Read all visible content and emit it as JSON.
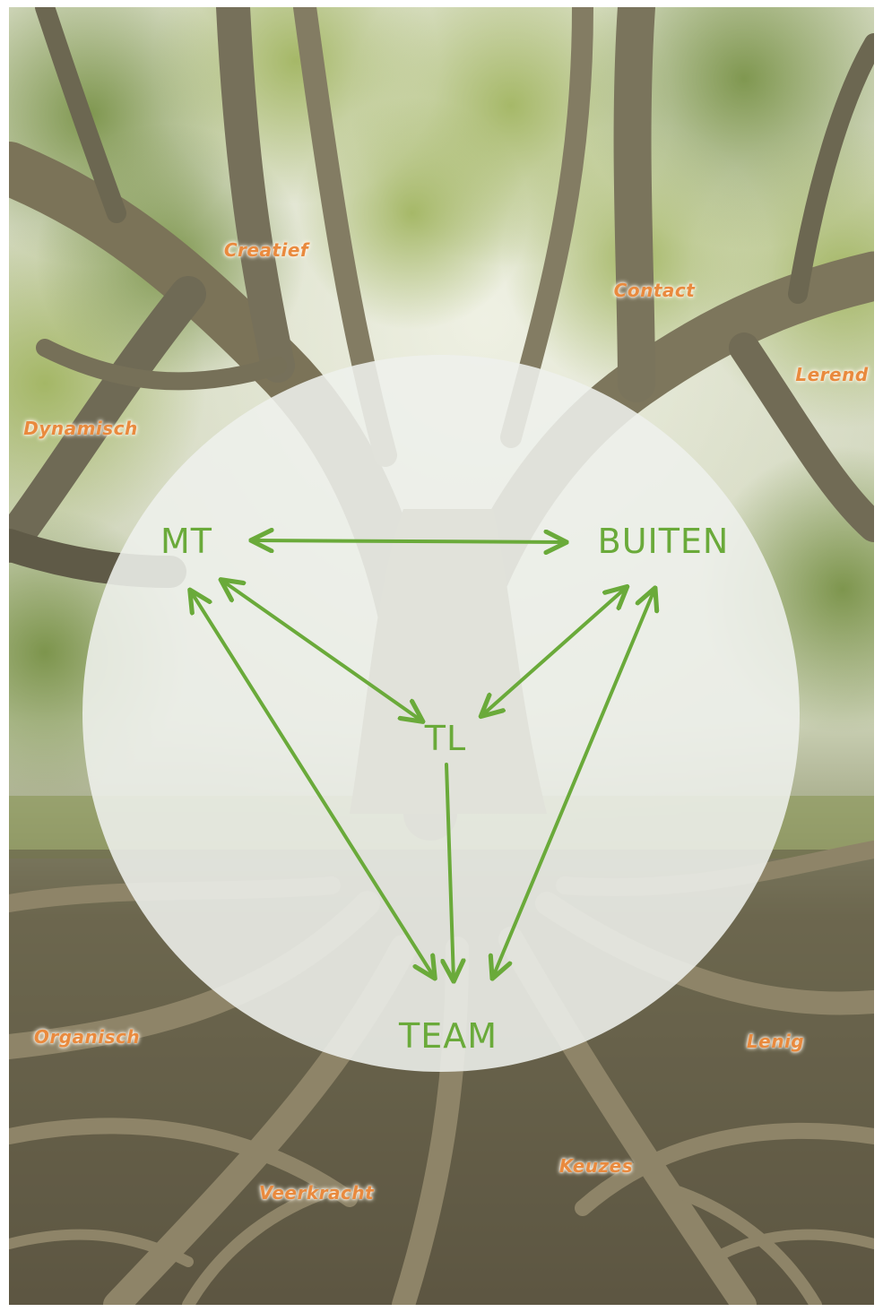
{
  "diagram": {
    "nodes": {
      "mt": "MT",
      "buiten": "BUITEN",
      "tl": "TL",
      "team": "TEAM"
    },
    "edges": [
      {
        "from": "MT",
        "to": "BUITEN",
        "direction": "both"
      },
      {
        "from": "MT",
        "to": "TL",
        "direction": "both"
      },
      {
        "from": "BUITEN",
        "to": "TL",
        "direction": "both"
      },
      {
        "from": "MT",
        "to": "TEAM",
        "direction": "both"
      },
      {
        "from": "BUITEN",
        "to": "TEAM",
        "direction": "both"
      },
      {
        "from": "TL",
        "to": "TEAM",
        "direction": "forward"
      }
    ]
  },
  "keywords": {
    "creatief": "Creatief",
    "contact": "Contact",
    "lerend": "Lerend",
    "dynamisch": "Dynamisch",
    "organisch": "Organisch",
    "lenig": "Lenig",
    "keuzes": "Keuzes",
    "veerkracht": "Veerkracht"
  },
  "colors": {
    "node_text": "#6aaa3a",
    "arrow": "#6aaa3a",
    "keyword_text": "#e98a3e",
    "circle_fill": "#eef0ec"
  },
  "background": {
    "depicts": "tree with spreading branches and exposed roots"
  }
}
